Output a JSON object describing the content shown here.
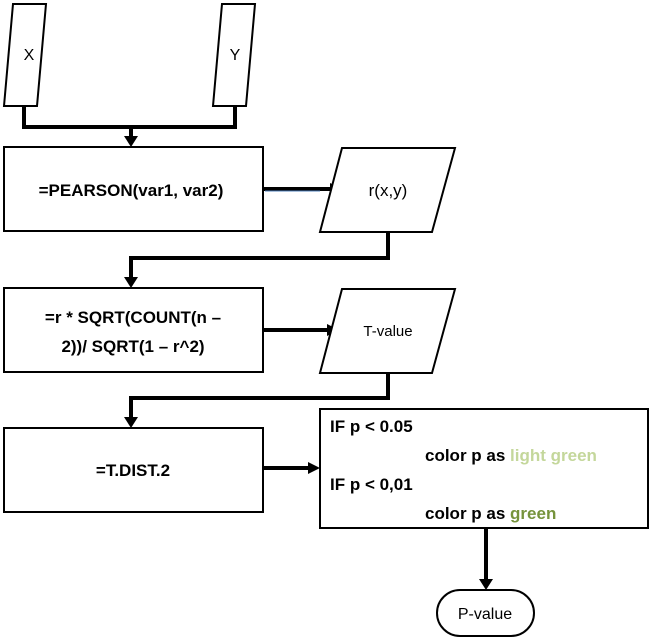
{
  "inputs": {
    "x_label": "X",
    "y_label": "Y"
  },
  "pearson": {
    "formula": "=PEARSON(var1, var2)",
    "output": "r(x,y)"
  },
  "tvalue": {
    "formula_line1": "=r * SQRT(COUNT(n –",
    "formula_line2": "2))/ SQRT(1 – r^2)",
    "output": "T-value"
  },
  "tdist": {
    "formula": "=T.DIST.2"
  },
  "rules": {
    "rule1_condition": "IF p < 0.05",
    "rule1_action_prefix": "color p as ",
    "rule1_color_name": "light green",
    "rule2_condition": "IF p < 0,01",
    "rule2_action_prefix": "color p as ",
    "rule2_color_name": "green"
  },
  "result": {
    "label": "P-value"
  },
  "colors": {
    "light_green": "#c4d79b",
    "green": "#76933c",
    "stroke": "#000000"
  }
}
